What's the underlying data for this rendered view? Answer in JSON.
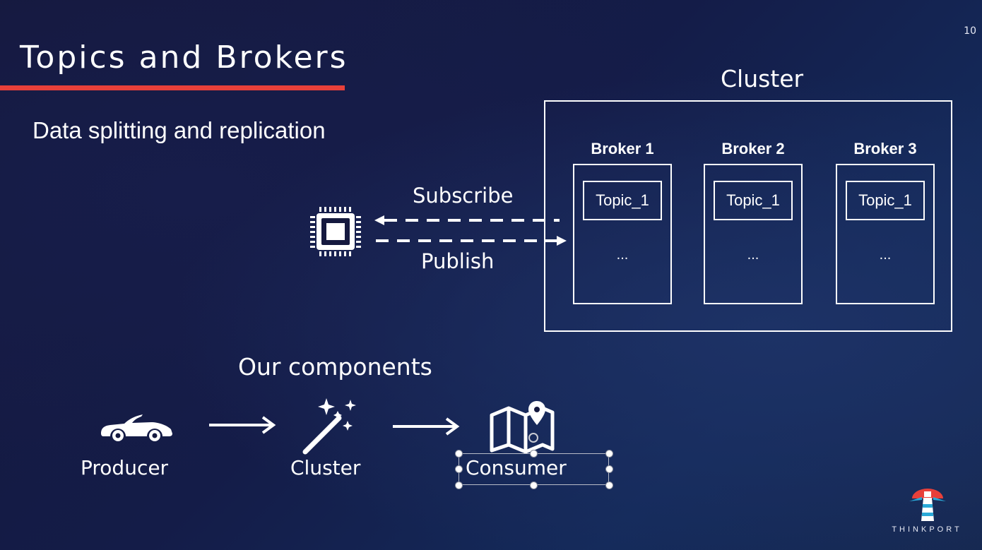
{
  "slide": {
    "page_number": "10",
    "title": "Topics and Brokers",
    "subtitle": "Data splitting and replication"
  },
  "cluster": {
    "title": "Cluster",
    "brokers": [
      {
        "label": "Broker 1",
        "topic": "Topic_1",
        "more": "..."
      },
      {
        "label": "Broker 2",
        "topic": "Topic_1",
        "more": "..."
      },
      {
        "label": "Broker 3",
        "topic": "Topic_1",
        "more": "..."
      }
    ]
  },
  "flow": {
    "subscribe_label": "Subscribe",
    "publish_label": "Publish",
    "client_icon": "cpu-chip-icon"
  },
  "components": {
    "title": "Our components",
    "items": [
      {
        "label": "Producer",
        "icon": "car-icon"
      },
      {
        "label": "Cluster",
        "icon": "magic-wand-icon"
      },
      {
        "label": "Consumer",
        "icon": "map-pin-icon"
      }
    ]
  },
  "logo": {
    "text": "THINKPORT"
  },
  "colors": {
    "background": "#141a40",
    "accent_red": "#e8403a",
    "foreground": "#ffffff"
  }
}
